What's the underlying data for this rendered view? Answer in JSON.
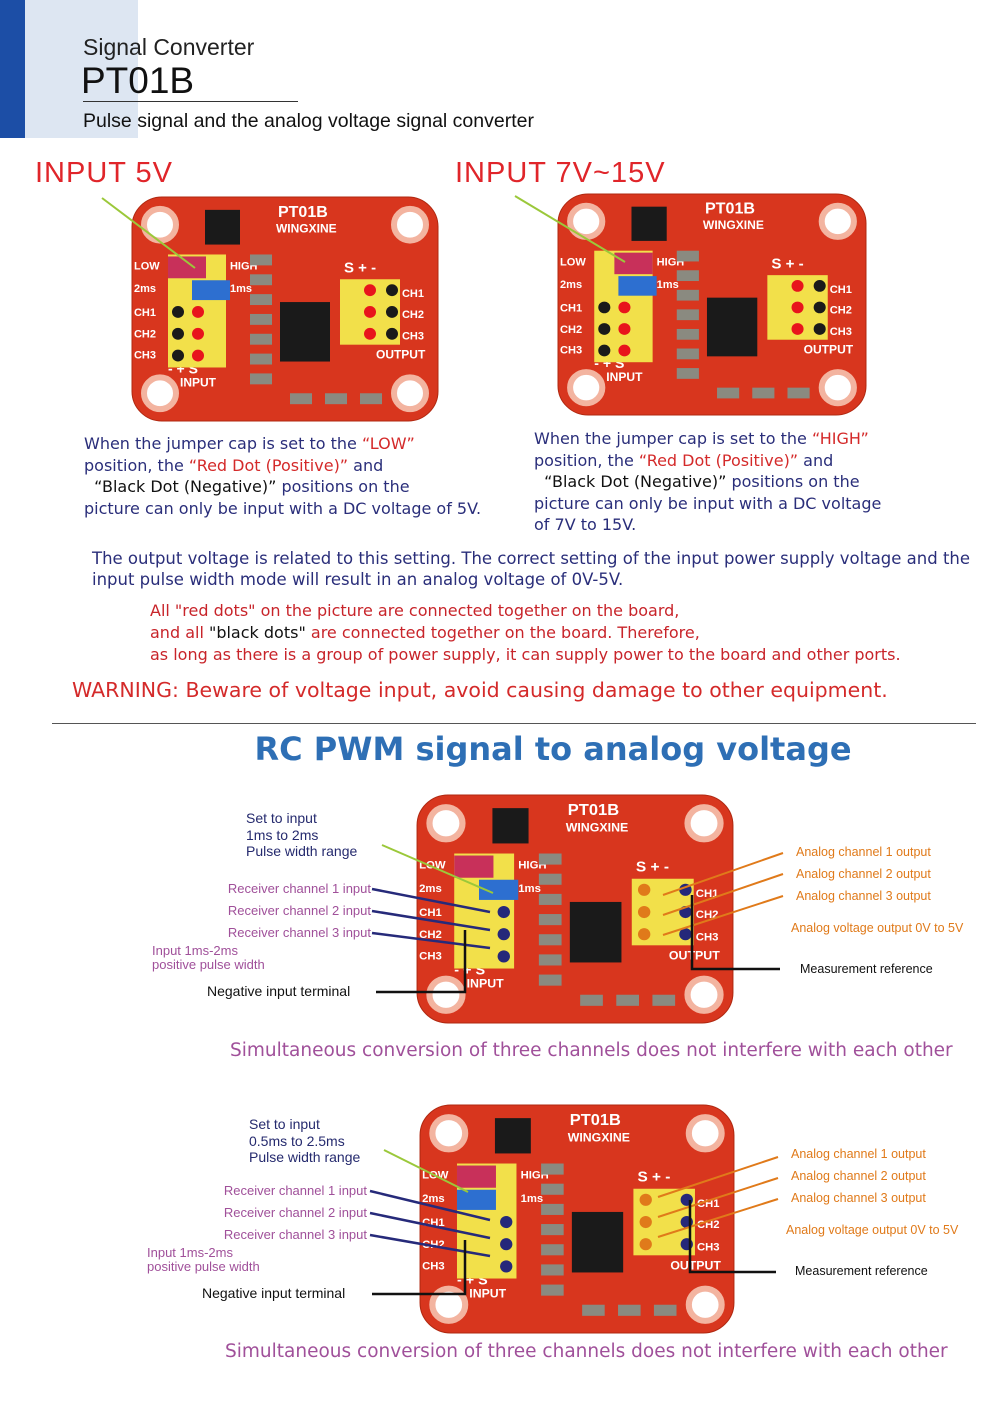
{
  "header": {
    "title": "Signal Converter",
    "model": "PT01B",
    "subtitle": "Pulse signal and the analog voltage signal converter"
  },
  "top": {
    "left": {
      "heading": "INPUT    5V",
      "line1a": "When the jumper cap is set to the ",
      "line1b": "“LOW”",
      "line2a": "position, the ",
      "line2b": "“Red Dot (Positive)”",
      "line2c": "  and",
      "line3a": "“Black Dot (Negative)”",
      "line3b": "  positions on the",
      "line4": "picture can only be input with a DC voltage of 5V."
    },
    "right": {
      "heading": "INPUT    7V~15V",
      "line1a": "When the jumper cap is set to the ",
      "line1b": "“HIGH”",
      "line2a": "position, the ",
      "line2b": "“Red Dot (Positive)”",
      "line2c": "  and",
      "line3a": "“Black Dot (Negative)”",
      "line3b": "  positions on the",
      "line4": "picture can only be input with a DC voltage",
      "line5": "of 7V to 15V."
    }
  },
  "notes": {
    "output1": "The output voltage is related to this setting. The correct setting of the input power supply voltage and the",
    "output2": "input pulse width mode will result in an analog voltage of 0V-5V.",
    "red1a": "All ",
    "red1b": "\"red dots\"",
    "red1c": " on the picture are connected together on the board,",
    "red2a": "and all ",
    "red2b": "\"black dots\"",
    "red2c": " are connected together on the board. Therefore,",
    "red3": "as long as there is a group of power supply, it can supply power to the board and other ports.",
    "warning": "WARNING: Beware of voltage input, avoid causing damage to other equipment."
  },
  "section_title": "RC PWM signal to analog voltage",
  "diagrams": [
    {
      "set1": "Set to input",
      "set2": "1ms to 2ms",
      "set3": "Pulse width range",
      "rc1": "Receiver channel 1 input",
      "rc2": "Receiver channel 2 input",
      "rc3": "Receiver channel 3 input",
      "pw1": "Input 1ms-2ms",
      "pw2": "positive pulse width",
      "neg": "Negative input terminal",
      "a1": "Analog channel 1 output",
      "a2": "Analog channel 2 output",
      "a3": "Analog channel 3 output",
      "av": "Analog voltage output 0V to 5V",
      "meas": "Measurement reference",
      "footer": "Simultaneous conversion of three channels does not interfere with each other"
    },
    {
      "set1": "Set to input",
      "set2": "0.5ms to 2.5ms",
      "set3": "Pulse width range",
      "rc1": "Receiver channel 1 input",
      "rc2": "Receiver channel 2 input",
      "rc3": "Receiver channel 3 input",
      "pw1": "Input 1ms-2ms",
      "pw2": "positive pulse width",
      "neg": "Negative input terminal",
      "a1": "Analog channel 1 output",
      "a2": "Analog channel 2 output",
      "a3": "Analog channel 3 output",
      "av": "Analog voltage output 0V to 5V",
      "meas": "Measurement reference",
      "footer": "Simultaneous conversion of three channels does not interfere with each other"
    }
  ],
  "board_labels": {
    "model": "PT01B",
    "brand": "WINGXINE",
    "low": "LOW",
    "high": "HIGH",
    "ms2": "2ms",
    "ms1": "1ms",
    "ch1": "CH1",
    "ch2": "CH2",
    "ch3": "CH3",
    "input": "INPUT",
    "output": "OUTPUT",
    "spm": "S  +  -",
    "mps": "-  +  S"
  },
  "colors": {
    "board": "#d8361e",
    "header": "#f2e04a",
    "red_dot": "#e8141c",
    "black_dot": "#1a1a1a",
    "accent_blue": "#2e6fb5"
  }
}
